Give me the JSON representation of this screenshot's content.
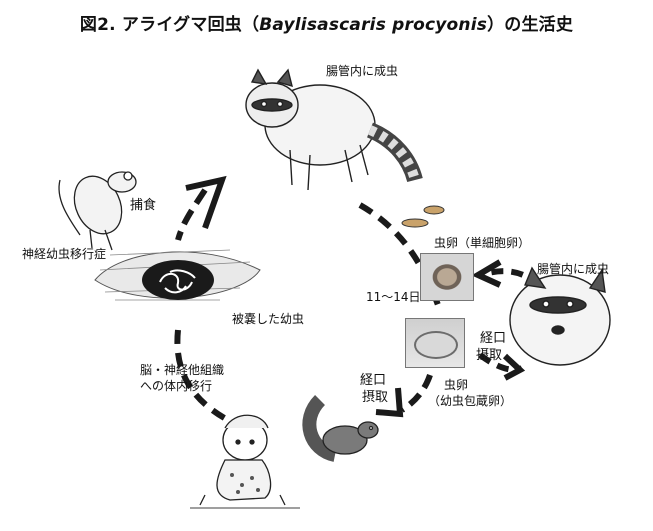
{
  "title": {
    "prefix": "図2. アライグマ回虫（",
    "scientific_name": "Baylisascaris procyonis",
    "suffix": "）の生活史"
  },
  "labels": {
    "adult_in_intestine_top": "腸管内に成虫",
    "adult_in_intestine_right": "腸管内に成虫",
    "predation": "捕食",
    "neuro_larva_migrans": "神経幼虫移行症",
    "encysted_larva": "被嚢した幼虫",
    "brain_nerve_migration_line1": "脳・神経他組織",
    "brain_nerve_migration_line2": "への体内移行",
    "egg_single_cell": "虫卵（単細胞卵）",
    "incubation": "11～14日",
    "oral_intake_right_line1": "経口",
    "oral_intake_right_line2": "摂取",
    "oral_intake_left_line1": "経口",
    "oral_intake_left_line2": "摂取",
    "egg_larvated_line1": "虫卵",
    "egg_larvated_line2": "（幼虫包蔵卵）"
  },
  "colors": {
    "ink": "#111111",
    "arrow": "#1a1a1a",
    "photo_border": "#777777"
  }
}
